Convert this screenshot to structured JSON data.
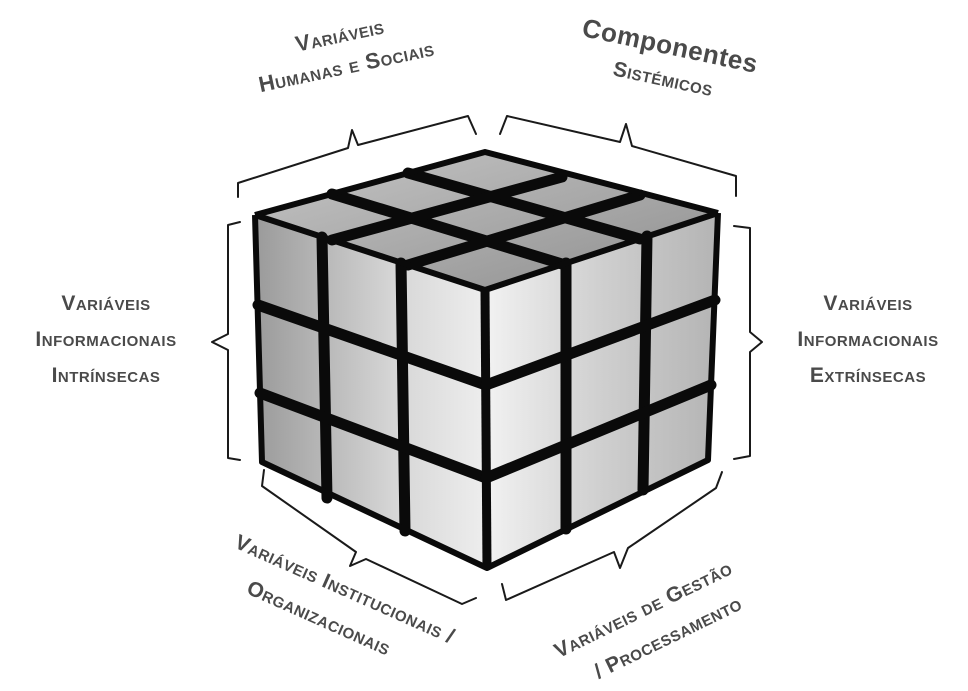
{
  "labels": {
    "top_left": {
      "line1": "Variáveis",
      "line2": "Humanas e Sociais"
    },
    "top_right": {
      "line1": "Componentes",
      "line2": "Sistémicos"
    },
    "left": {
      "line1": "Variáveis",
      "line2": "Informacionais",
      "line3": "Intrínsecas"
    },
    "right": {
      "line1": "Variáveis",
      "line2": "Informacionais",
      "line3": "Extrínsecas"
    },
    "bottom_left": {
      "line1": "Variáveis Institucionais /",
      "line2": "Organizacionais"
    },
    "bottom_right": {
      "line1": "Variáveis de Gestão",
      "line2": "/ Processamento"
    }
  },
  "colors": {
    "label_text": "#4a4a4a",
    "grid_lines": "#0a0a0a",
    "face_light": "#dcdcdc",
    "face_dark": "#8c8c8c"
  },
  "icon": "rubiks-cube-icon"
}
